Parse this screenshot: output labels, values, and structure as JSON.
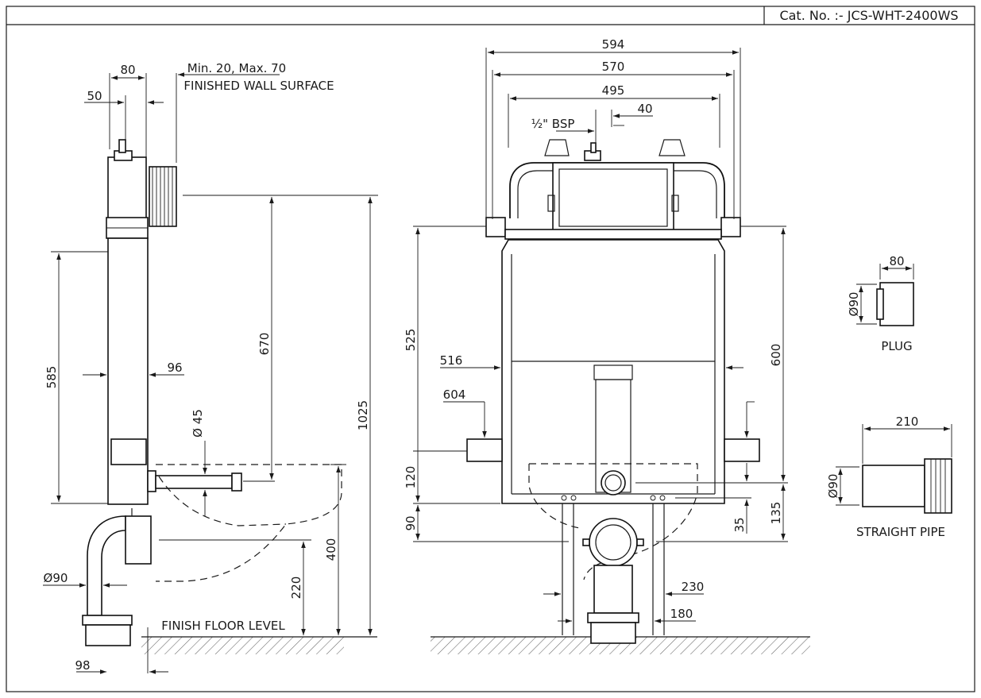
{
  "title_block": {
    "catalog_number": "Cat. No. :- JCS-WHT-2400WS"
  },
  "side_view": {
    "dim_80": "80",
    "dim_50": "50",
    "wall_range": "Min. 20, Max. 70",
    "finished_wall_surface": "FINISHED WALL SURFACE",
    "dim_585": "585",
    "dim_96": "96",
    "dim_670": "670",
    "dim_1025": "1025",
    "dia_45": "Ø 45",
    "dia_90": "Ø90",
    "dim_400": "400",
    "dim_220": "220",
    "finish_floor_level": "FINISH FLOOR LEVEL",
    "dim_98": "98"
  },
  "front_view": {
    "dim_594": "594",
    "dim_570": "570",
    "dim_495": "495",
    "dim_40": "40",
    "bsp_half": "½\" BSP",
    "dim_525": "525",
    "dim_516": "516",
    "dim_604": "604",
    "dim_600": "600",
    "dim_120": "120",
    "dim_90": "90",
    "dim_35": "35",
    "dim_135": "135",
    "dim_230": "230",
    "dim_180": "180"
  },
  "plug": {
    "dim_80": "80",
    "dia_90": "Ø90",
    "label": "PLUG"
  },
  "straight_pipe": {
    "dim_210": "210",
    "dia_90": "Ø90",
    "label": "STRAIGHT PIPE"
  }
}
